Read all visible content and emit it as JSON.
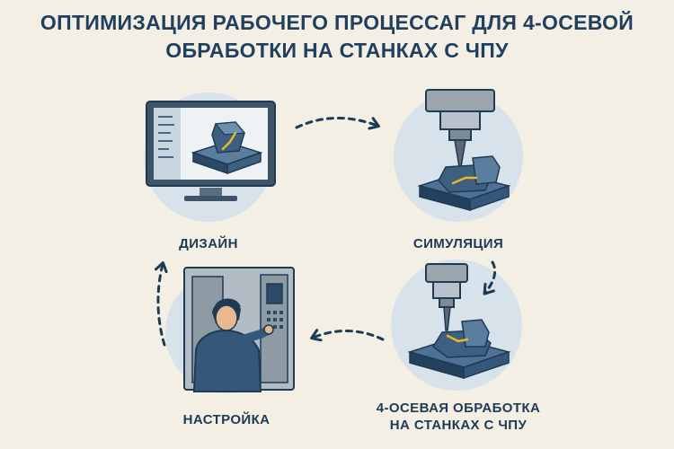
{
  "title": {
    "line1": "ОПТИМИЗАЦИЯ РАБОЧЕГО ПРОЦЕССАГ ДЛЯ 4-ОСЕВОЙ",
    "line2": "ОБРАБОТКИ НА СТАНКАХ С ЧПУ"
  },
  "steps": {
    "design": "ДИЗАЙН",
    "simulation": "СИМУЛЯЦИЯ",
    "machining_line1": "4-ОСЕВАЯ ОБРАБОТКА",
    "machining_line2": "НА СТАНКАХ С ЧПУ",
    "setup": "НАСТРОЙКА"
  },
  "colors": {
    "background": "#f3efe4",
    "circle": "#d7e2ea",
    "dark_navy": "#1f3a55",
    "machine_gray": "#9aa5ae",
    "part_blue": "#35577a",
    "toolpath_yellow": "#e7b928"
  }
}
